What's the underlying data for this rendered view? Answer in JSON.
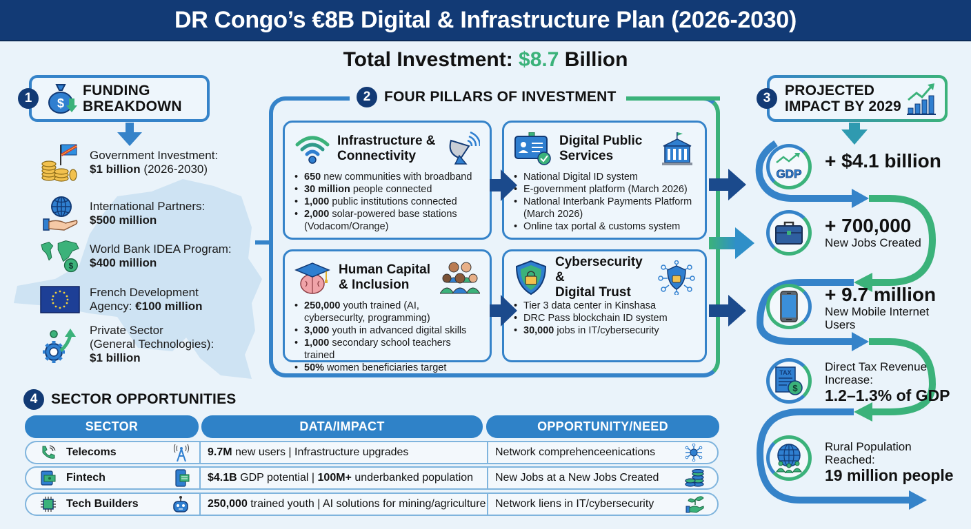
{
  "header": {
    "title": "DR Congo’s €8B Digital & Infrastructure Plan (2026-2030)"
  },
  "total": {
    "prefix": "Total Investment: ",
    "amount": "$8.7",
    "suffix": " Billion"
  },
  "colors": {
    "navy": "#123a75",
    "blue": "#3583c9",
    "green": "#3bb27a",
    "background": "#eaf3fa"
  },
  "funding": {
    "number": "1",
    "title_line1": "FUNDING",
    "title_line2": "BREAKDOWN",
    "icon": "money-bag-icon",
    "items": [
      {
        "label": "Government Investment:",
        "amount": "$1 billion",
        "extra": " (2026-2030)",
        "icon": "coins-flag-icon"
      },
      {
        "label": "International Partners:",
        "amount": "$500 million",
        "extra": "",
        "icon": "globe-hand-icon"
      },
      {
        "label": "World Bank IDEA Program:",
        "amount": "$400 million",
        "extra": "",
        "icon": "world-map-dollar-icon"
      },
      {
        "label_line1": "French Development",
        "label_line2": "Agency: ",
        "amount": "€100 million",
        "icon": "eu-flag-icon"
      },
      {
        "label_line1": "Private Sector",
        "label_line2": "(General Technologies):",
        "amount": "$1 billion",
        "icon": "gear-growth-icon"
      }
    ]
  },
  "pillars": {
    "number": "2",
    "title": "FOUR PILLARS OF INVESTMENT",
    "items": [
      {
        "title_line1": "Infrastructure &",
        "title_line2": "Connectivity",
        "icon_left": "wifi-icon",
        "icon_right": "satellite-dish-icon",
        "bullets": [
          {
            "bold": "650",
            "text": " new communities with broadband"
          },
          {
            "bold": "30 million",
            "text": " people connected"
          },
          {
            "bold": "1,000",
            "text": " public institutions connected"
          },
          {
            "bold": "2,000",
            "text": " solar-powered base stations (Vodacom/Orange)"
          }
        ]
      },
      {
        "title_line1": "Digital Public",
        "title_line2": "Services",
        "icon_left": "id-card-check-icon",
        "icon_right": "government-building-icon",
        "bullets": [
          {
            "bold": "",
            "text": "National Digital ID system"
          },
          {
            "bold": "",
            "text": "E-government platform (March 2026)"
          },
          {
            "bold": "",
            "text": "Natlonal Interbank Payments Platform (March 2026)"
          },
          {
            "bold": "",
            "text": "Online tax portal & customs system"
          }
        ]
      },
      {
        "title_line1": "Human Capital",
        "title_line2": "& Inclusion",
        "icon_left": "graduation-brain-icon",
        "icon_right": "people-group-icon",
        "bullets": [
          {
            "bold": "250,000",
            "text": " youth trained (AI, cybersecurlty, programming)"
          },
          {
            "bold": "3,000",
            "text": " youth in advanced digital skills"
          },
          {
            "bold": "1,000",
            "text": " secondary school teachers trained"
          },
          {
            "bold": "50%",
            "text": " women beneficiaries target"
          }
        ]
      },
      {
        "title_line1": "Cybersecurity &",
        "title_line2": "Digital Trust",
        "icon_left": "shield-lock-icon",
        "icon_right": "network-shield-icon",
        "bullets": [
          {
            "bold": "",
            "text": "Tier 3 data center in Kinshasa"
          },
          {
            "bold": "",
            "text": "DRC Pass blockchain ID system"
          },
          {
            "bold": "30,000",
            "text": " jobs in IT/cybersecurity"
          }
        ]
      }
    ]
  },
  "impact": {
    "number": "3",
    "title_line1": "PROJECTED",
    "title_line2": "IMPACT BY 2029",
    "icon": "growth-chart-icon",
    "items": [
      {
        "big": "+ $4.1 billion",
        "sub": "",
        "icon": "gdp-icon",
        "icon_text": "GDP"
      },
      {
        "big": "+ 700,000",
        "sub": "New Jobs Created",
        "icon": "briefcase-icon"
      },
      {
        "big": "+ 9.7 million",
        "sub_line1": "New Mobile Internet",
        "sub_line2": "Users",
        "icon": "smartphone-icon"
      },
      {
        "sub_line1": "Direct Tax Revenue",
        "sub_line2": "Increase:",
        "value": "1.2–1.3% of GDP",
        "icon": "tax-document-icon",
        "icon_text": "TAX"
      },
      {
        "sub_line1": "Rural Population",
        "sub_line2": "Reached:",
        "value": "19 million people",
        "icon": "globe-people-icon"
      }
    ]
  },
  "sectors": {
    "number": "4",
    "title": "SECTOR OPPORTUNITIES",
    "columns": [
      "SECTOR",
      "DATA/IMPACT",
      "OPPORTUNITY/NEED"
    ],
    "rows": [
      {
        "sector": "Telecoms",
        "icon_left": "phone-call-icon",
        "icon_right": "cell-tower-icon",
        "data_bold": "9.7M",
        "data_text": " new users | Infrastructure upgrades",
        "opportunity": "Network comprehenceenications",
        "opp_icon": "network-node-icon"
      },
      {
        "sector": "Fintech",
        "icon_left": "mobile-money-icon",
        "icon_right": "mobile-message-icon",
        "data_bold": "$4.1B",
        "data_text": " GDP potential | ",
        "data_bold2": "100M+",
        "data_text2": " underbanked population",
        "opportunity": "New Jobs at a New Jobs Created",
        "opp_icon": "coin-stack-icon"
      },
      {
        "sector": "Tech Builders",
        "icon_left": "microchip-icon",
        "icon_right": "robot-icon",
        "data_bold": "250,000",
        "data_text": " trained youth | AI solutions for mining/agriculture",
        "opportunity": "Network liens in IT/cybersecurity",
        "opp_icon": "plant-hand-icon"
      }
    ]
  }
}
